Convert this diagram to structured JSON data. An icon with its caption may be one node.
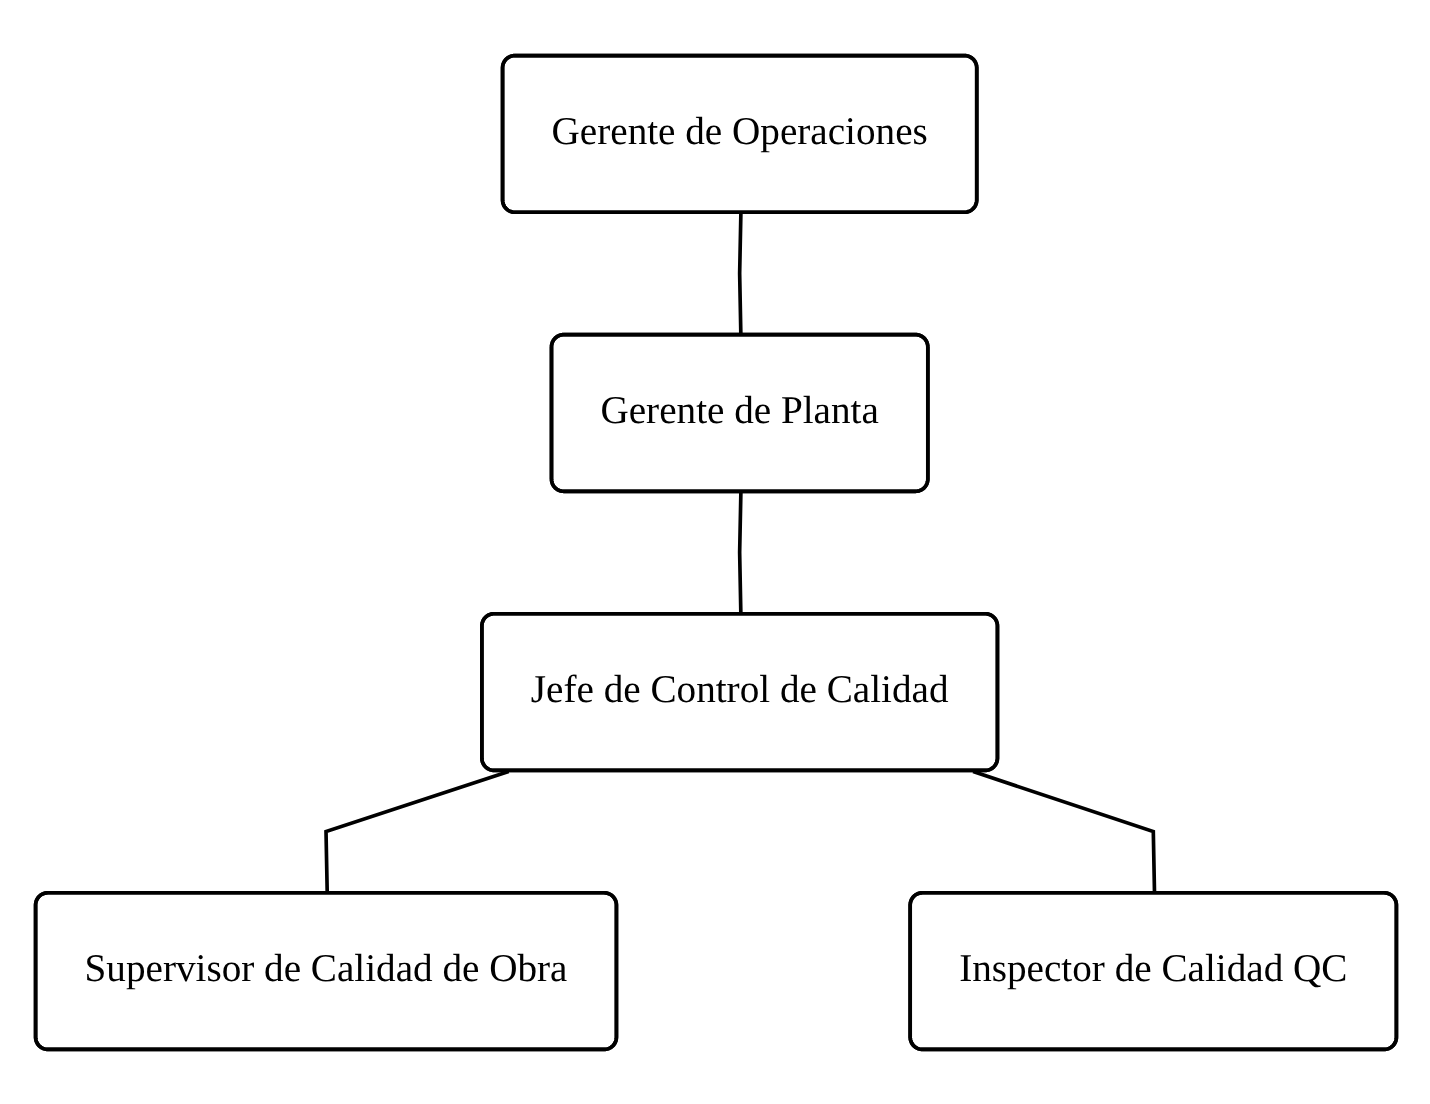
{
  "diagram": {
    "nodes": [
      {
        "text": [
          "Gerente de Operaciones"
        ]
      },
      {
        "text": [
          "Gerente de Planta"
        ]
      },
      {
        "text": [
          "Jefe de Control de Calidad"
        ]
      },
      {
        "text": [
          "Supervisor de Calidad de Obra"
        ]
      },
      {
        "text": [
          "Inspector de Calidad QC"
        ]
      }
    ],
    "edges": [
      {
        "from": 0,
        "to": 1,
        "arrow": "none"
      },
      {
        "from": 1,
        "to": 2,
        "arrow": "none"
      },
      {
        "from": 2,
        "to": 3,
        "arrow": "none"
      },
      {
        "from": 2,
        "to": 4,
        "arrow": "none"
      }
    ]
  }
}
